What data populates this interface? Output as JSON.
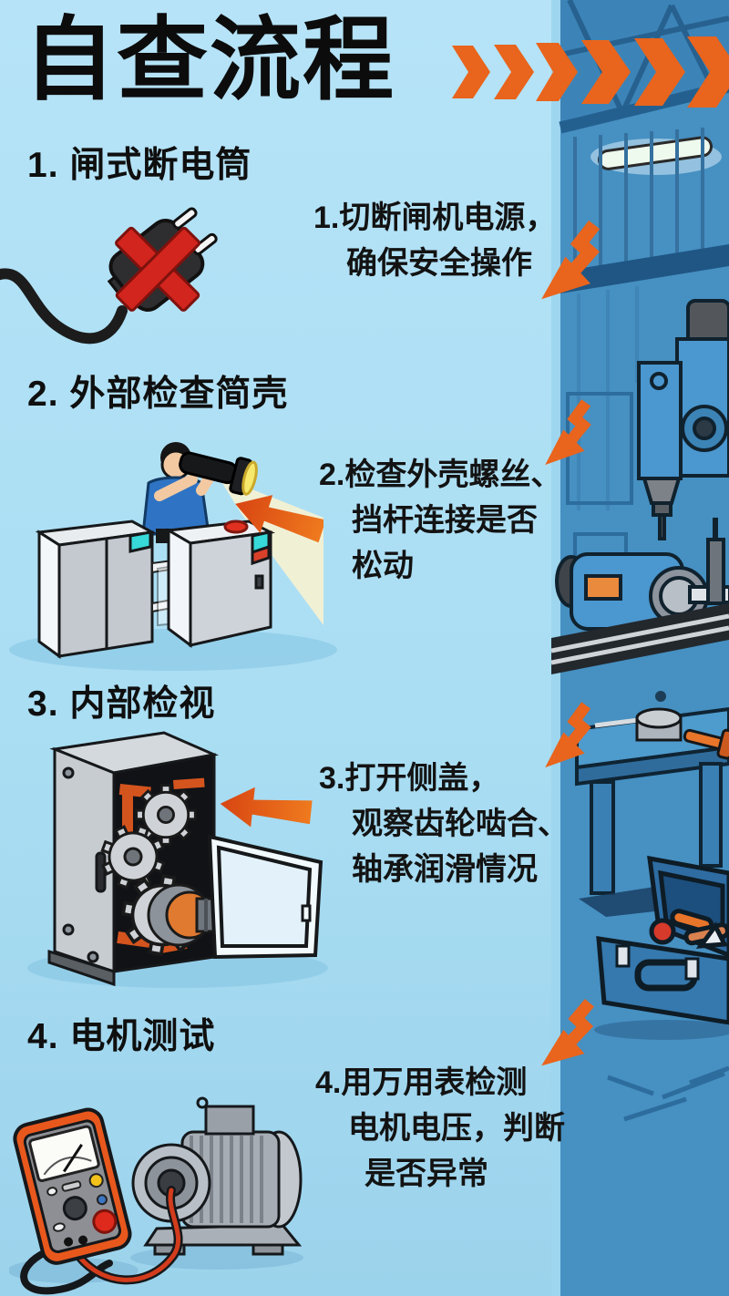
{
  "page": {
    "title": "自查流程",
    "background_color": "#aadef3",
    "panel_color": "#4690c2",
    "accent_orange": "#e9641c",
    "header_arrow_count": 6,
    "flow_arrow_count": 4
  },
  "steps": [
    {
      "heading": "1. 闸式断电筒",
      "desc_lines": [
        "1.切断闸机电源，",
        "确保安全操作"
      ],
      "icon": "unplugged-power-plug-crossed"
    },
    {
      "heading": "2. 外部检查简壳",
      "desc_lines": [
        "2.检查外壳螺丝、",
        "挡杆连接是否",
        "松动"
      ],
      "icon": "inspector-flashlight-turnstile"
    },
    {
      "heading": "3. 内部检视",
      "desc_lines": [
        "3.打开侧盖，",
        "观察齿轮啮合、",
        "轴承润滑情况"
      ],
      "icon": "open-cabinet-gears"
    },
    {
      "heading": "4. 电机测试",
      "desc_lines": [
        "4.用万用表检测",
        "电机电压，判断",
        "是否异常"
      ],
      "icon": "multimeter-electric-motor"
    }
  ]
}
